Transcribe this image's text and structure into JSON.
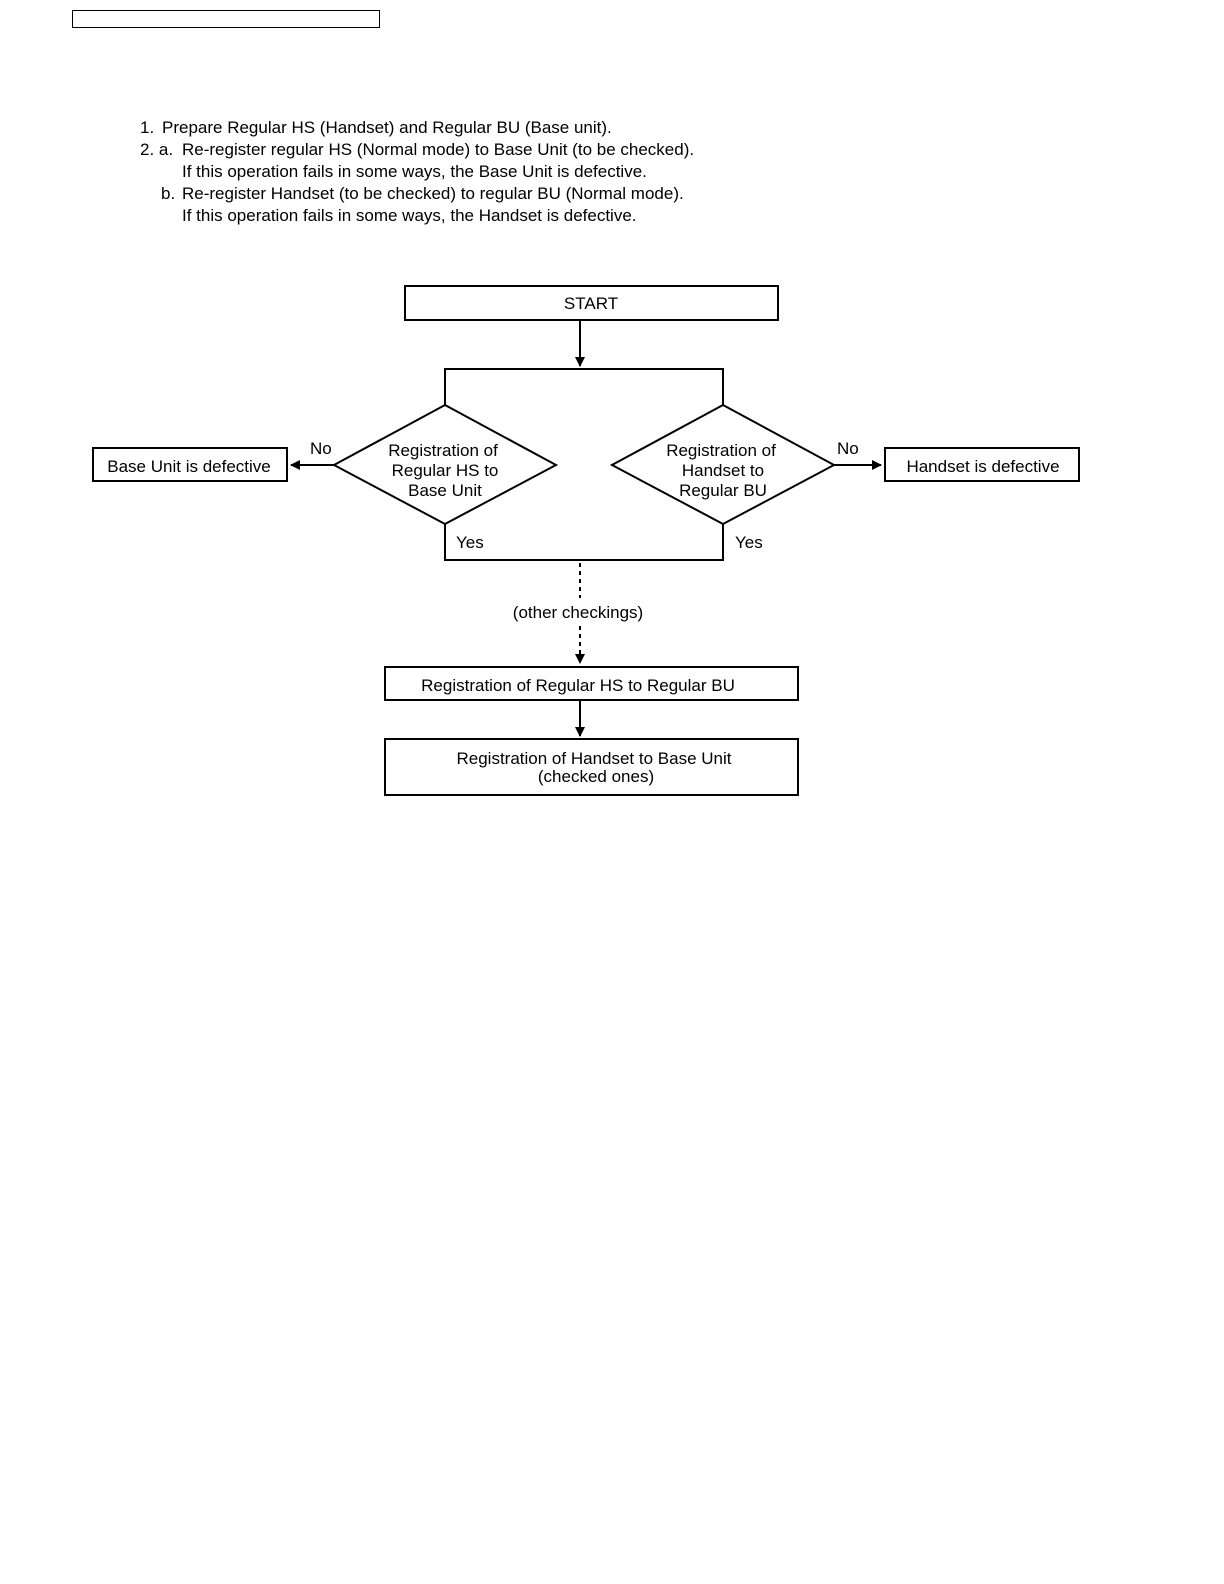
{
  "header": {
    "title": ""
  },
  "instructions": [
    {
      "number": "1.",
      "text": "Prepare Regular HS (Handset) and Regular BU (Base unit)."
    },
    {
      "number": "2. a.",
      "text": "Re-register regular HS (Normal mode) to Base Unit (to be checked)."
    },
    {
      "number": "",
      "text": "If this operation fails in some ways, the Base Unit is defective."
    },
    {
      "number": "b.",
      "text": "Re-register Handset (to be checked) to regular BU (Normal mode)."
    },
    {
      "number": "",
      "text": "If this operation fails in some ways, the Handset is defective."
    }
  ],
  "flowchart": {
    "start": "START",
    "decision_left": [
      "Registration of",
      "Regular HS to",
      "Base Unit"
    ],
    "decision_right": [
      "Registration of",
      "Handset to",
      "Regular BU"
    ],
    "result_left": "Base Unit is defective",
    "result_right": "Handset is defective",
    "no_label": "No",
    "yes_label": "Yes",
    "other_checkings": "(other checkings)",
    "step_1": "Registration of Regular HS to Regular BU",
    "step_2": [
      "Registration of Handset to Base Unit",
      "(checked ones)"
    ]
  }
}
